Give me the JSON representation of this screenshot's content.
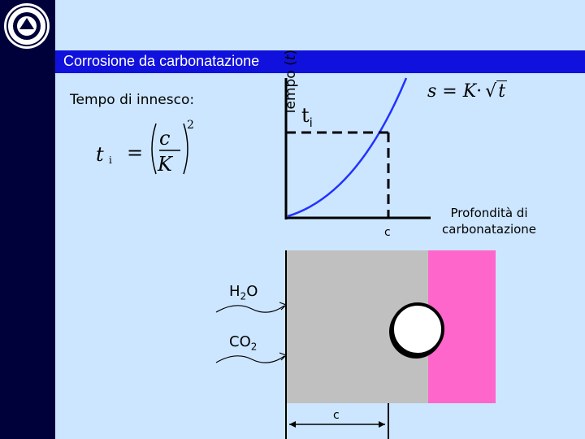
{
  "header": {
    "title": "Corrosione da carbonatazione"
  },
  "left": {
    "innesco_label": "Tempo di innesco:"
  },
  "formula": {
    "lhs": "t",
    "lhs_sub": "i",
    "equals": "=",
    "num": "c",
    "den": "K",
    "exp": "2"
  },
  "graph": {
    "y_axis_label": "Tempo",
    "y_axis_var": "t",
    "ti_main": "t",
    "ti_sub": "i",
    "c_marker": "c",
    "x_axis_label_line1": "Profondità di",
    "x_axis_label_line2": "carbonatazione",
    "equation": {
      "s": "s",
      "eq": "=",
      "K": "K",
      "dot": "·",
      "t": "t"
    }
  },
  "concrete": {
    "h2o": "H",
    "h2o_sub": "2",
    "h2o_o": "O",
    "co2": "CO",
    "co2_sub": "2",
    "depth_label": "c",
    "colors": {
      "carbonated": "#c0c0c0",
      "uncarbonated": "#ff66cc",
      "bar": "#ffffff"
    }
  },
  "colors": {
    "background": "#cce6ff",
    "banner": "#1111dd",
    "sidebar": "#00003a"
  }
}
